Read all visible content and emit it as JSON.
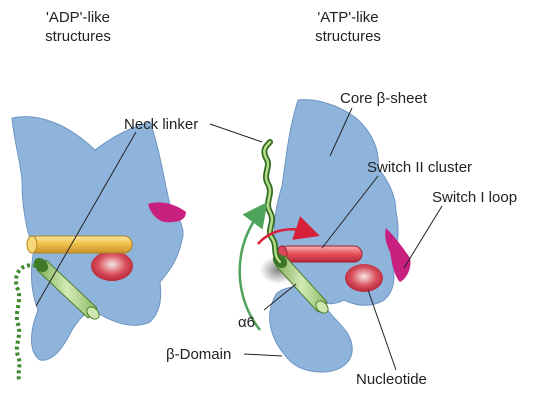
{
  "headers": {
    "left_line1": "'ADP'-like",
    "left_line2": "structures",
    "right_line1": "'ATP'-like",
    "right_line2": "structures"
  },
  "labels": {
    "neck_linker": "Neck linker",
    "core_beta_sheet": "Core β-sheet",
    "switch_ii_cluster": "Switch II cluster",
    "switch_i_loop": "Switch I loop",
    "alpha6": "α6",
    "beta_domain": "β-Domain",
    "nucleotide": "Nucleotide"
  },
  "colors": {
    "domain_fill": "#8fb4dc",
    "domain_stroke": "#6d95c2",
    "helix_yellow": "#f2c24a",
    "helix_green": "#a9d17e",
    "helix_red": "#e8505a",
    "switch_loop": "#c8207f",
    "nucleotide": "#c8283a",
    "neck_linker_green": "#3e8a2e",
    "arrow_green": "#4fa35a",
    "arrow_red": "#d8203a",
    "leader_line": "#222222"
  }
}
